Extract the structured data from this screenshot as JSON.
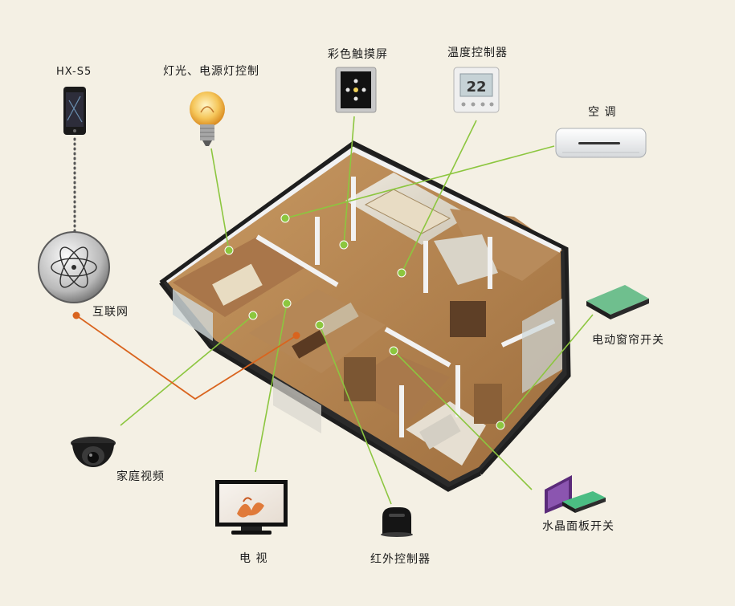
{
  "labels": {
    "phone": "HX-S5",
    "light": "灯光、电源灯控制",
    "touchscreen": "彩色触摸屏",
    "thermostat": "温度控制器",
    "aircon": "空 调",
    "internet": "互联网",
    "curtain": "电动窗帘开关",
    "camera": "家庭视频",
    "tv": "电 视",
    "ir": "红外控制器",
    "crystal": "水晶面板开关"
  },
  "thermostat_display": "22",
  "colors": {
    "green_line": "#8cc63f",
    "orange_line": "#d9641e",
    "background": "#f4f0e4"
  },
  "icons": [
    "smartphone-icon",
    "light-bulb-icon",
    "touchscreen-panel-icon",
    "thermostat-icon",
    "air-conditioner-icon",
    "internet-globe-icon",
    "curtain-switch-icon",
    "security-camera-icon",
    "television-icon",
    "ir-controller-icon",
    "crystal-panel-switch-icon"
  ]
}
